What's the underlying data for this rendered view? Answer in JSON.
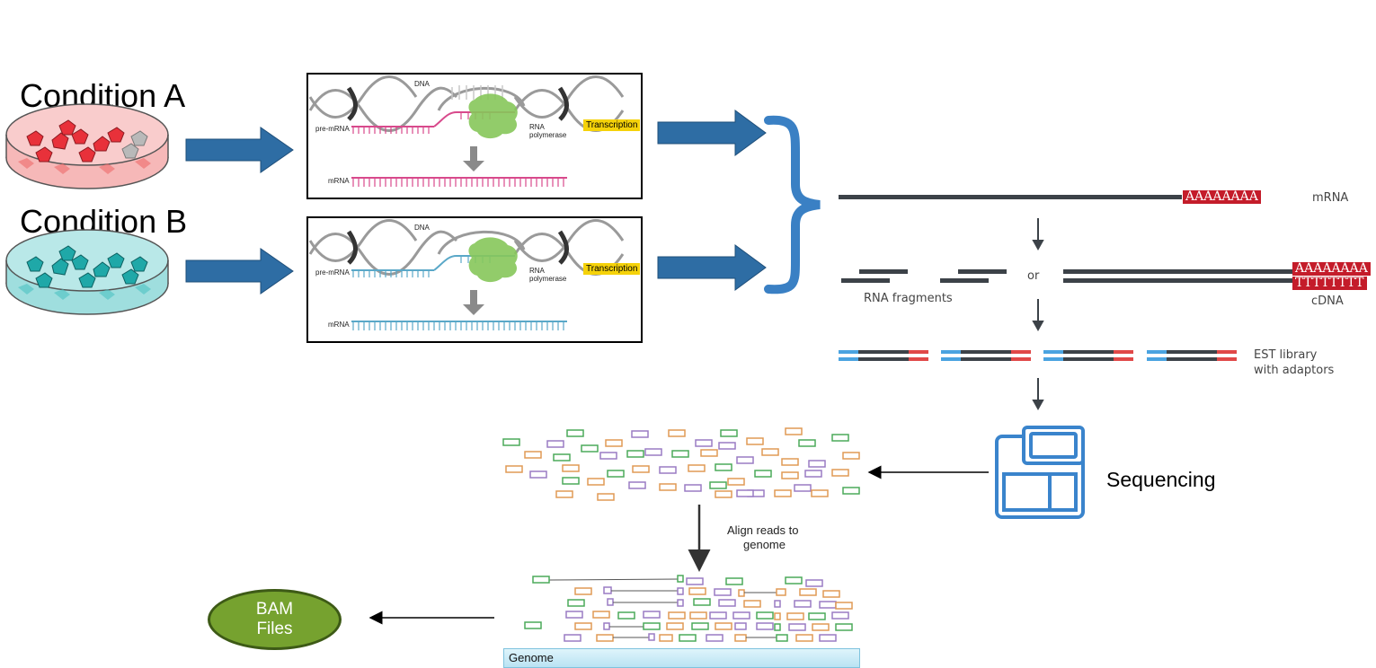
{
  "conditions": {
    "a_label": "Condition A",
    "b_label": "Condition B",
    "a_color": "#e8313a",
    "b_color": "#1fa8a8"
  },
  "transcription_panel": {
    "dna_label": "DNA",
    "pre_mrna_label": "pre-mRNA",
    "polymerase_label_1": "RNA",
    "polymerase_label_2": "polymerase",
    "tag_label": "Transcription",
    "mrna_label": "mRNA"
  },
  "library_prep": {
    "mrna_label": "mRNA",
    "poly_a": "AAAAAAAA",
    "poly_t": "TTTTTTTT",
    "or_label": "or",
    "fragments_label": "RNA fragments",
    "cdna_label": "cDNA",
    "est_label_1": "EST library",
    "est_label_2": "with adaptors"
  },
  "sequencing": {
    "label": "Sequencing"
  },
  "alignment": {
    "label_1": "Align reads to",
    "label_2": "genome",
    "genome_label": "Genome"
  },
  "output": {
    "bam_line_1": "BAM",
    "bam_line_2": "Files"
  },
  "colors": {
    "arrow_blue": "#2e6da4",
    "brace_blue": "#3a80c4",
    "read_green": "#4caa5a",
    "read_orange": "#e09a55",
    "read_purple": "#9a7cc4",
    "adaptor_blue": "#4aa3e0",
    "adaptor_red": "#e04848"
  }
}
